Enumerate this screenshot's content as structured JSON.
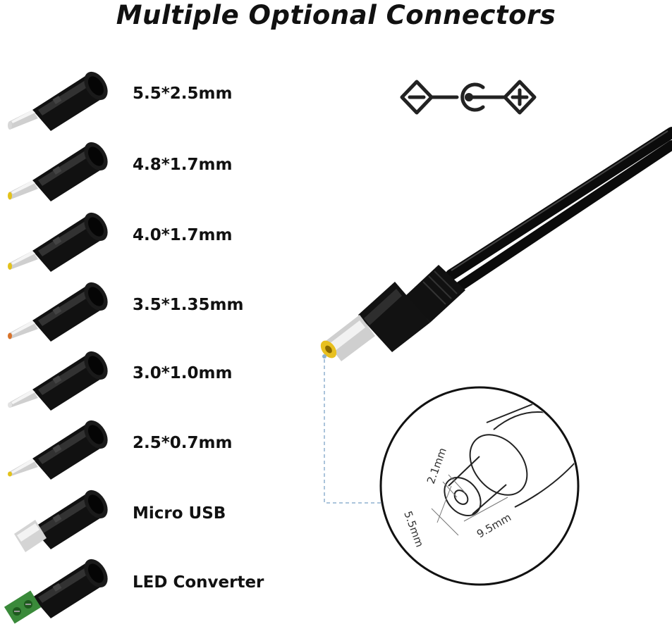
{
  "title": "Multiple Optional Connectors",
  "connectors": [
    {
      "label": "5.5*2.5mm",
      "tip_color": "#d8d8d8",
      "icon": "barrel-tip-adapter-icon"
    },
    {
      "label": "4.8*1.7mm",
      "tip_color": "#e3c21a",
      "icon": "barrel-tip-adapter-icon"
    },
    {
      "label": "4.0*1.7mm",
      "tip_color": "#e3c21a",
      "icon": "barrel-tip-adapter-icon"
    },
    {
      "label": "3.5*1.35mm",
      "tip_color": "#d9732a",
      "icon": "barrel-tip-adapter-icon"
    },
    {
      "label": "3.0*1.0mm",
      "tip_color": "#e3e3e3",
      "icon": "barrel-tip-adapter-icon"
    },
    {
      "label": "2.5*0.7mm",
      "tip_color": "#e3c21a",
      "icon": "barrel-tip-adapter-icon"
    },
    {
      "label": "Micro USB",
      "tip_color": "#cfcfcf",
      "icon": "micro-usb-adapter-icon"
    },
    {
      "label": "LED Converter",
      "tip_color": "#3a8a3a",
      "icon": "led-terminal-adapter-icon"
    }
  ],
  "polarity": {
    "negative": "−",
    "positive": "+",
    "icon": "polarity-center-positive-icon"
  },
  "plug_detail": {
    "dim_inner": "2.1mm",
    "dim_outer": "5.5mm",
    "dim_length": "9.5mm"
  },
  "colors": {
    "cable": "#0b0b0b",
    "tip_yellow": "#e8c020",
    "guide_line": "#8fb1cf"
  }
}
